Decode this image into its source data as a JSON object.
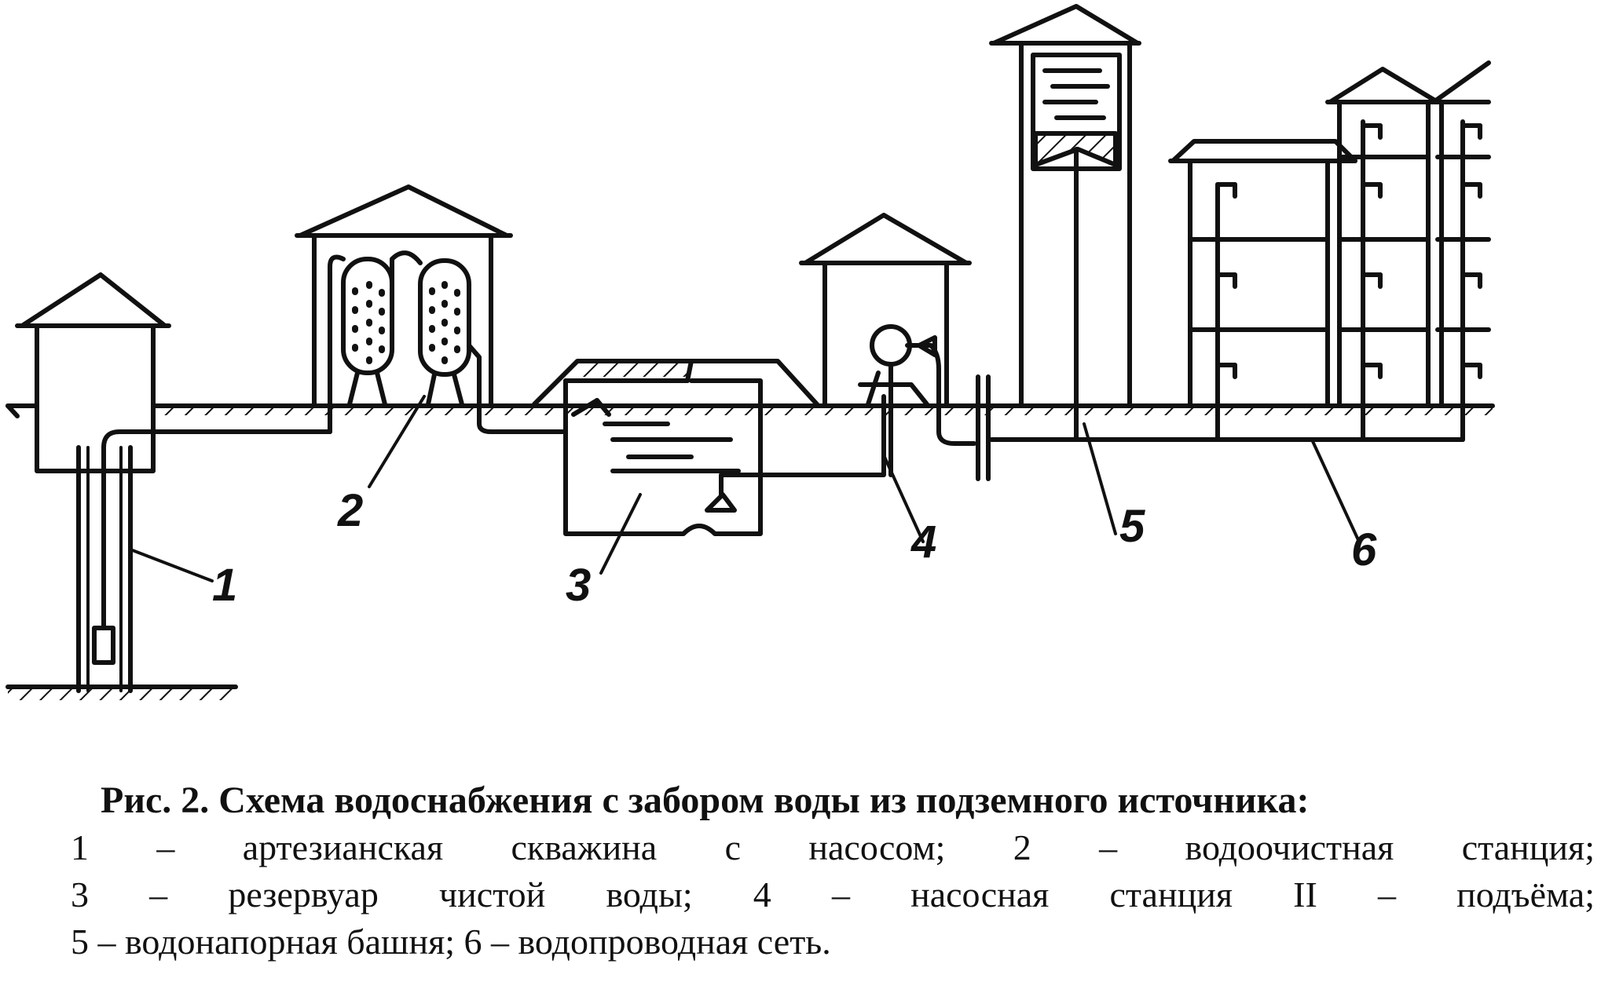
{
  "caption": {
    "title": "Рис. 2. Схема водоснабжения с забором воды из подземного источника:",
    "lines": [
      [
        "1",
        "–",
        "артезианская",
        "скважина",
        "с",
        "насосом;",
        "2",
        "–",
        "водоочистная",
        "станция;"
      ],
      [
        "3",
        "–",
        "резервуар",
        "чистой",
        "воды;",
        "4",
        "–",
        "насосная",
        "станция",
        "II",
        "–",
        "подъёма;"
      ],
      [
        "5 – водонапорная башня; 6 – водопроводная сеть."
      ]
    ]
  },
  "labels": {
    "n1": "1",
    "n2": "2",
    "n3": "3",
    "n4": "4",
    "n5": "5",
    "n6": "6"
  }
}
